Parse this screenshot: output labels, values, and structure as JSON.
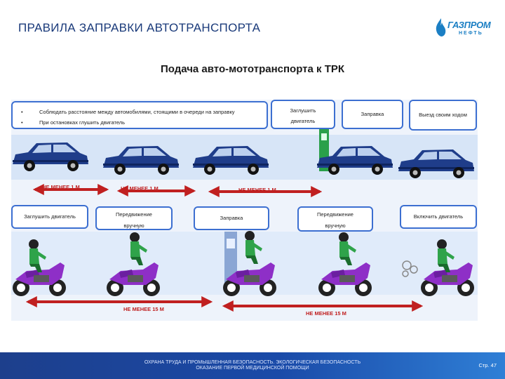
{
  "header": {
    "title": "ПРАВИЛА ЗАПРАВКИ АВТОТРАНСПОРТА"
  },
  "logo": {
    "name": "ГАЗПРОМ",
    "sub": "НЕФТЬ"
  },
  "slide_title": "Подача авто-мототранспорта к ТРК",
  "rules": {
    "bullets": [
      {
        "marker": "•",
        "text": "Соблюдать расстояние между автомобилями, стоящими в очереди на заправку"
      },
      {
        "marker": "•",
        "text": "При остановках глушить двигатель"
      }
    ]
  },
  "car_steps": [
    {
      "line1": "Заглушить",
      "line2": "двигатель"
    },
    {
      "label": "Заправка"
    },
    {
      "label": "Выезд своим ходом"
    }
  ],
  "moto_steps": [
    {
      "line1": "Заглушить двигатель"
    },
    {
      "line1": "Передвижение",
      "line2": "вручную"
    },
    {
      "line1": "Заправка"
    },
    {
      "line1": "Передвижение",
      "line2": "вручную"
    },
    {
      "line1": "Включить двигатель"
    }
  ],
  "car_distances": [
    {
      "prefix": "НЕ МЕНЕЕ",
      "value": "1 М"
    },
    {
      "prefix": "НЕ МЕНЕЕ",
      "value": "1 М"
    },
    {
      "prefix": "НЕ МЕНЕЕ",
      "value": "1 М"
    }
  ],
  "moto_distances": [
    {
      "text": "НЕ МЕНЕЕ 15 М"
    },
    {
      "text": "НЕ МЕНЕЕ 15 М"
    }
  ],
  "footer": {
    "line1": "ОХРАНА ТРУДА И ПРОМЫШЛЕННАЯ БЕЗОПАСНОСТЬ. ЭКОЛОГИЧЕСКАЯ БЕЗОПАСНОСТЬ",
    "line2": "ОКАЗАНИЕ ПЕРВОЙ МЕДИЦИНСКОЙ ПОМОЩИ",
    "page": "Стр. 47"
  },
  "colors": {
    "accent": "#3c6fd1",
    "car": "#1f3d8a",
    "moto": "#8e2fc7",
    "rider": "#2fa34a",
    "distance": "#c02020"
  }
}
